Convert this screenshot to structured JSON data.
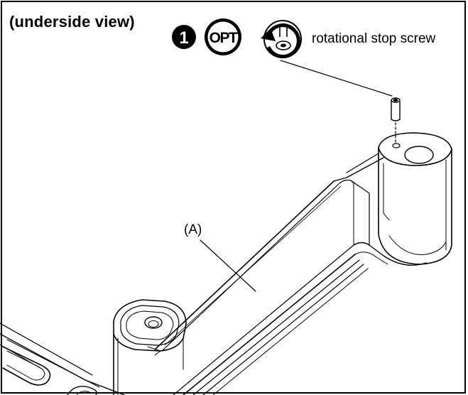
{
  "labels": {
    "view": "(underside view)",
    "step_number": "1",
    "opt_badge": "OPT",
    "screw": "rotational stop screw",
    "part": "(A)"
  },
  "icons": {
    "step": "number-1-circle-icon",
    "optional": "opt-badge-icon",
    "rotate": "rotate-counterclockwise-screw-icon"
  },
  "colors": {
    "line": "#000000",
    "badge_fill": "#000000",
    "part_fill": "#ffffff",
    "part_shade": "#d8d8d8"
  }
}
